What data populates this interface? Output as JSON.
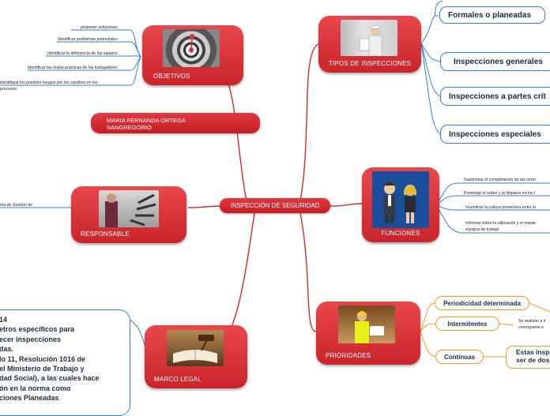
{
  "center": {
    "label": "INSPECCIÓN DE SEGURIDAD"
  },
  "author": {
    "line1": "MARIA FERNANDA ORTEGA",
    "line2": "SANGREGORIO"
  },
  "objetivos": {
    "label": "OBJETIVOS",
    "items": [
      "proponer soluciones",
      "Identificar problemas potenciales",
      "Identificar la deficiencia de los equipos",
      "Identificar las malas prácticas de los trabajadores",
      "identifique los posibles riesgos por los cambios en los",
      "procesos"
    ]
  },
  "tipos": {
    "label": "TIPOS DE INSPECCIONES",
    "items": [
      "Formales o planeadas",
      "Inspecciones generales",
      "Inspecciones a partes crít",
      "Inspecciones especiales"
    ]
  },
  "funciones": {
    "label": "FUNCIONES",
    "items": [
      "Supervisar el cumplimiento de las norm",
      "Fomentar el orden y la limpieza en los l",
      "Incentivar la cultura preventiva entre lo",
      "Informar sobre la utilización y el mante",
      "equipos de trabajo"
    ]
  },
  "responsable": {
    "label": "RESPONSABLE",
    "fragment": "ma de Gestión de"
  },
  "prioridades": {
    "label": "PRIORIDADES",
    "items": [
      {
        "label": "Periodicidad determinada",
        "detail": ""
      },
      {
        "label": "Intermitentes",
        "detail1": "Se realizan a ir",
        "detail2": "cronograma e"
      },
      {
        "label": "Continuas",
        "detail1": "Estas inspec",
        "detail2": "ser de dos"
      }
    ]
  },
  "marco": {
    "label": "MARCO LEGAL",
    "text": [
      "14",
      "etros específicos para",
      "ecer inspecciones",
      "das.",
      "lo 11, Resolución 1016 de",
      "el Ministerio de Trabajo y",
      "dad Social), a las cuales hace",
      "ón en la norma como",
      "ciones Planeadas"
    ]
  },
  "colors": {
    "node": "#d6292f",
    "blue": "#2f7fd8",
    "orange": "#f39a1e",
    "link": "#d6292f"
  }
}
